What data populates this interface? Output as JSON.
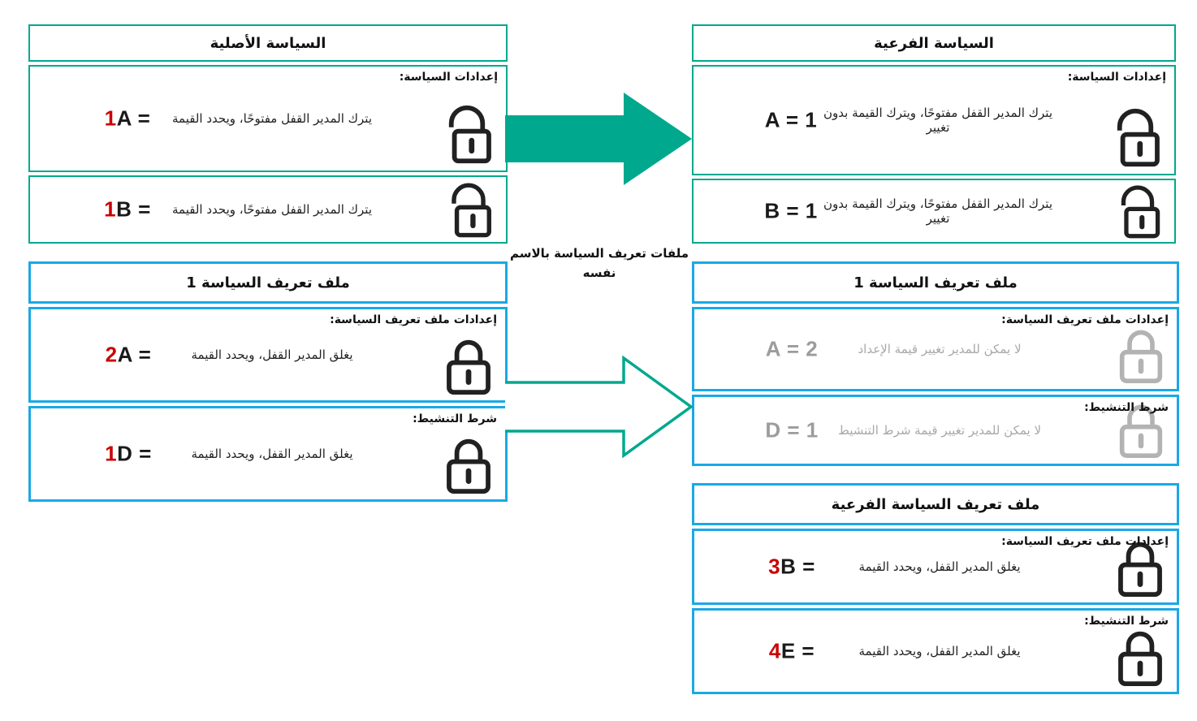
{
  "colors": {
    "accent_green": "#00A88E",
    "accent_blue": "#1BA8E6",
    "value_red": "#CC0000",
    "muted_gray": "#A8A8A8",
    "lock_black": "#212121",
    "lock_gray": "#B3B3B3"
  },
  "connector_label": {
    "line1": "ملفات تعريف السياسة بالاسم",
    "line2": "نفسه"
  },
  "boxes": [
    {
      "id": "parent-policy",
      "title": "السياسة الأصلية",
      "rows": [
        {
          "section_header": "إعدادات السياسة:",
          "value_num": "1",
          "value_rest": "A =",
          "desc": "يترك المدير القفل مفتوحًا، ويحدد القيمة",
          "lock_icon": "open-lock-icon"
        },
        {
          "section_header": "",
          "value_num": "1",
          "value_rest": "B =",
          "desc": "يترك المدير القفل مفتوحًا، ويحدد القيمة",
          "lock_icon": "open-lock-icon"
        }
      ]
    },
    {
      "id": "child-policy",
      "title": "السياسة الفرعية",
      "rows": [
        {
          "section_header": "إعدادات السياسة:",
          "value_num": "",
          "value_rest": "A = 1",
          "desc": "يترك المدير القفل مفتوحًا، ويترك القيمة بدون تغيير",
          "lock_icon": "open-lock-icon"
        },
        {
          "section_header": "",
          "value_num": "",
          "value_rest": "B = 1",
          "desc": "يترك المدير القفل مفتوحًا، ويترك القيمة بدون تغيير",
          "lock_icon": "open-lock-icon"
        }
      ]
    },
    {
      "id": "policy-profile-1",
      "title": "ملف تعريف السياسة 1",
      "rows": [
        {
          "section_header": "إعدادات ملف تعريف السياسة:",
          "value_num": "2",
          "value_rest": "A =",
          "desc": "يغلق المدير القفل، ويحدد القيمة",
          "lock_icon": "closed-lock-icon"
        },
        {
          "section_header": "شرط التنشيط:",
          "value_num": "1",
          "value_rest": "D =",
          "desc": "يغلق المدير القفل، ويحدد القيمة",
          "lock_icon": "closed-lock-icon"
        }
      ]
    },
    {
      "id": "inherited-policy-profile-1",
      "title": "ملف تعريف السياسة 1",
      "rows": [
        {
          "section_header": "إعدادات ملف تعريف السياسة:",
          "value_num": "",
          "value_rest": "A = 2",
          "desc": "لا يمكن للمدير تغيير قيمة الإعداد",
          "lock_icon": "closed-lock-gray-icon"
        },
        {
          "section_header": "شرط التنشيط:",
          "value_num": "",
          "value_rest": "D = 1",
          "desc": "لا يمكن للمدير تغيير قيمة شرط التنشيط",
          "lock_icon": "closed-lock-gray-icon"
        }
      ]
    },
    {
      "id": "child-policy-profile",
      "title": "ملف تعريف السياسة الفرعية",
      "rows": [
        {
          "section_header": "إعدادات ملف تعريف السياسة:",
          "value_num": "3",
          "value_rest": "B =",
          "desc": "يغلق المدير القفل، ويحدد القيمة",
          "lock_icon": "closed-lock-icon"
        },
        {
          "section_header": "شرط التنشيط:",
          "value_num": "4",
          "value_rest": "E =",
          "desc": "يغلق المدير القفل، ويحدد القيمة",
          "lock_icon": "closed-lock-icon"
        }
      ]
    }
  ]
}
